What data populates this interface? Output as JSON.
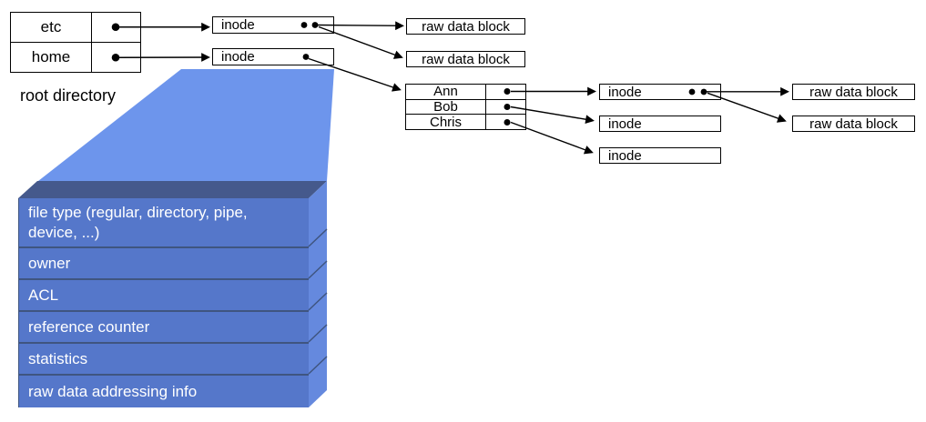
{
  "colors": {
    "c-funnel": "#6D95EC",
    "c-top": "#45598C",
    "c-front": "#5577CA",
    "c-side": "#6589DE",
    "c-sep": "#3F5580",
    "c-line": "#000000"
  },
  "root_directory": {
    "caption": "root directory",
    "rows": [
      {
        "name": "etc"
      },
      {
        "name": "home"
      }
    ]
  },
  "level1": {
    "inode_etc": {
      "label": "inode"
    },
    "inode_home": {
      "label": "inode"
    },
    "raw_block_top": {
      "label": "raw data block"
    },
    "raw_block_bottom": {
      "label": "raw data block"
    }
  },
  "home_directory": {
    "rows": [
      {
        "name": "Ann"
      },
      {
        "name": "Bob"
      },
      {
        "name": "Chris"
      }
    ]
  },
  "level2": {
    "inode_ann": {
      "label": "inode"
    },
    "inode_bob": {
      "label": "inode"
    },
    "inode_chris": {
      "label": "inode"
    },
    "raw_block_top": {
      "label": "raw data block"
    },
    "raw_block_bottom": {
      "label": "raw data block"
    }
  },
  "inode_structure": {
    "fields": [
      "file type (regular, directory, pipe, device, ...)",
      "owner",
      "ACL",
      "reference counter",
      "statistics",
      "raw data addressing info"
    ]
  }
}
